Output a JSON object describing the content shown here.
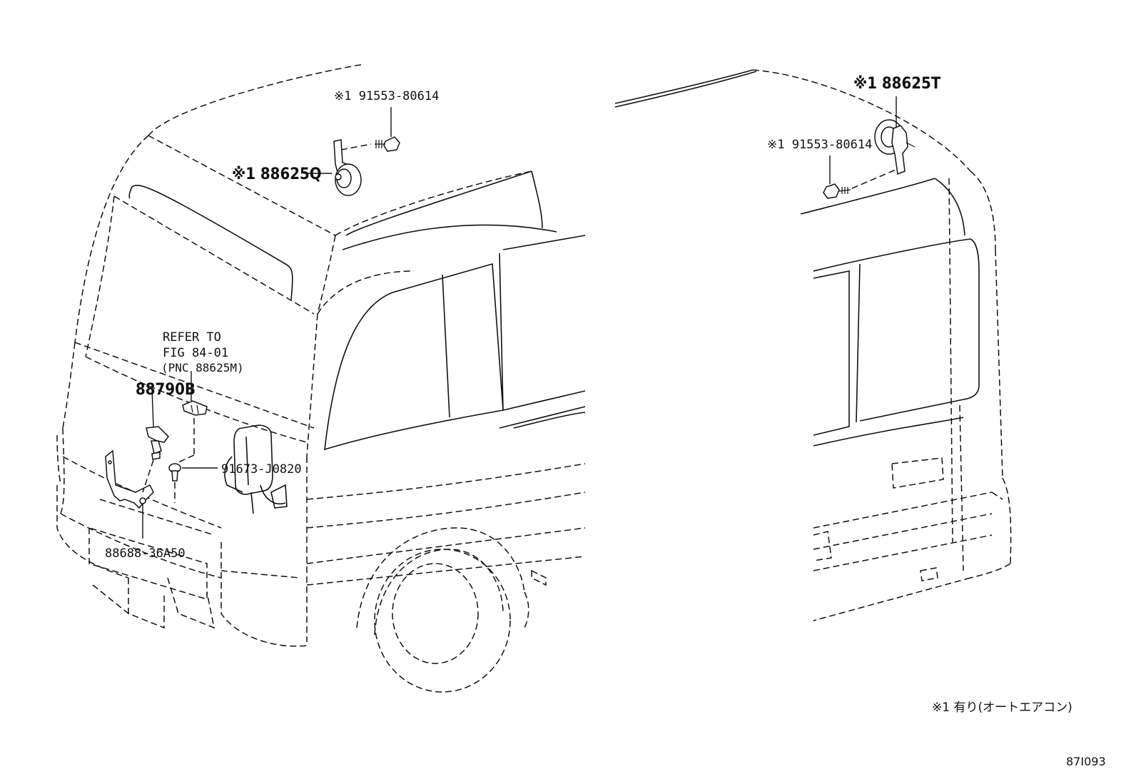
{
  "labels": {
    "bolt_front": "※1 91553-80614",
    "sensor_front": "※1 88625Q",
    "refer_line1": "REFER TO",
    "refer_line2": "FIG 84-01",
    "refer_line3": "(PNC 88625M)",
    "part_88790b": "88790B",
    "screw": "91673-J0820",
    "bracket": "88688-36A50",
    "sensor_rear": "※1 88625T",
    "bolt_rear": "※1 91553-80614"
  },
  "footnote": "※1 有り(オートエアコン)",
  "figure_code": "87I093"
}
